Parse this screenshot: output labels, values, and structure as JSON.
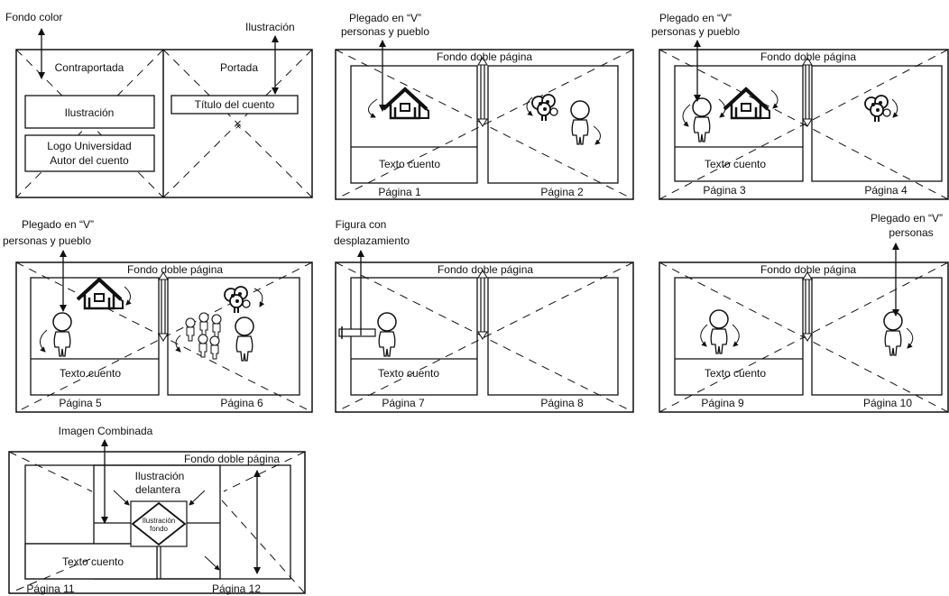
{
  "cover": {
    "background_label": "Fondo color",
    "illustration_label": "Ilustración",
    "back_cover": {
      "title": "Contraportada",
      "illustration_box": "Ilustración",
      "logo_line1": "Logo Universidad",
      "logo_line2": "Autor del cuento"
    },
    "front_cover": {
      "title": "Portada",
      "story_title_box": "Título del cuento"
    }
  },
  "spreads": [
    {
      "id": "p1-2",
      "annotation": [
        "Plegado en “V”",
        "personas y pueblo"
      ],
      "background": "Fondo doble página",
      "text_box": "Texto cuento",
      "left_page": "Página 1",
      "right_page": "Página 2"
    },
    {
      "id": "p3-4",
      "annotation": [
        "Plegado en “V”",
        "personas y pueblo"
      ],
      "background": "Fondo doble página",
      "text_box": "Texto cuento",
      "left_page": "Página 3",
      "right_page": "Página 4"
    },
    {
      "id": "p5-6",
      "annotation": [
        "Plegado en “V”",
        "personas y pueblo"
      ],
      "background": "Fondo doble página",
      "text_box": "Texto cuento",
      "left_page": "Página 5",
      "right_page": "Página 6"
    },
    {
      "id": "p7-8",
      "annotation": [
        "Figura con",
        "desplazamiento"
      ],
      "background": "Fondo doble página",
      "text_box": "Texto cuento",
      "left_page": "Página 7",
      "right_page": "Página 8"
    },
    {
      "id": "p9-10",
      "annotation": [
        "Plegado en “V”",
        "personas"
      ],
      "background": "Fondo doble página",
      "text_box": "Texto cuento",
      "left_page": "Página 9",
      "right_page": "Página 10"
    },
    {
      "id": "p11-12",
      "annotation": [
        "Imagen Combinada"
      ],
      "background": "Fondo doble página",
      "front_illustration": [
        "Ilustración",
        "delantera"
      ],
      "background_illustration": [
        "Ilustración",
        "fondo"
      ],
      "text_box": "Texto cuento",
      "left_page": "Página 11",
      "right_page": "Página 12"
    }
  ],
  "icon_names": [
    "house-icon",
    "tree-icon",
    "person-icon",
    "child-icon",
    "double-arrow-icon",
    "fold-arrow-icon"
  ]
}
